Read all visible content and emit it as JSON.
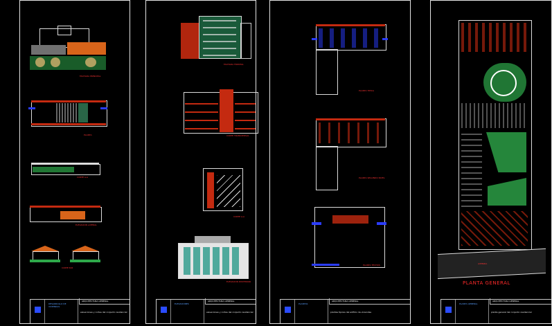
{
  "sheets": [
    {
      "id": "sheet-1",
      "title_block": {
        "header": "ARQUITECTURA GENERAL",
        "col1": "DESARROLLO DE VIVIENDAS",
        "col2": "elevaciones y cortes del conjunto residencial"
      }
    },
    {
      "id": "sheet-2",
      "title_block": {
        "header": "ARQUITECTURA GENERAL",
        "col1": "ELEVACIONES",
        "col2": "elevaciones y cortes del conjunto residencial"
      }
    },
    {
      "id": "sheet-3",
      "title_block": {
        "header": "ARQUITECTURA GENERAL",
        "col1": "PLANTAS",
        "col2": "plantas tipicas del edificio de viviendas"
      }
    },
    {
      "id": "sheet-4",
      "title_block": {
        "header": "ARQUITECTURA GENERAL",
        "col1": "PLANTA GENERAL",
        "col2": "planta general del conjunto residencial"
      }
    }
  ],
  "labels": {
    "fachada_principal": "FACHADA PRINCIPAL",
    "planta": "PLANTA",
    "corte_a": "CORTE A-A",
    "elevacion_lateral": "ELEVACION LATERAL",
    "corte_b": "CORTE B-B",
    "fachada_frontal": "FACHADA FRONTAL",
    "corte_transversal": "CORTE TRANSVERSAL",
    "elevacion_posterior": "ELEVACION POSTERIOR",
    "planta_tipica": "PLANTA TIPICA",
    "planta_segundo_nivel": "PLANTA SEGUNDO NIVEL",
    "planta_techos": "PLANTA TECHOS",
    "avenida": "AVENIDA",
    "planta_general": "PLANTA GENERAL"
  },
  "colors": {
    "background": "#000000",
    "frame": "#e6e6e6",
    "label": "#ff3333",
    "brick": "#c42a10",
    "accent_blue": "#2a3cff",
    "landscape_green": "#2ea84a"
  }
}
